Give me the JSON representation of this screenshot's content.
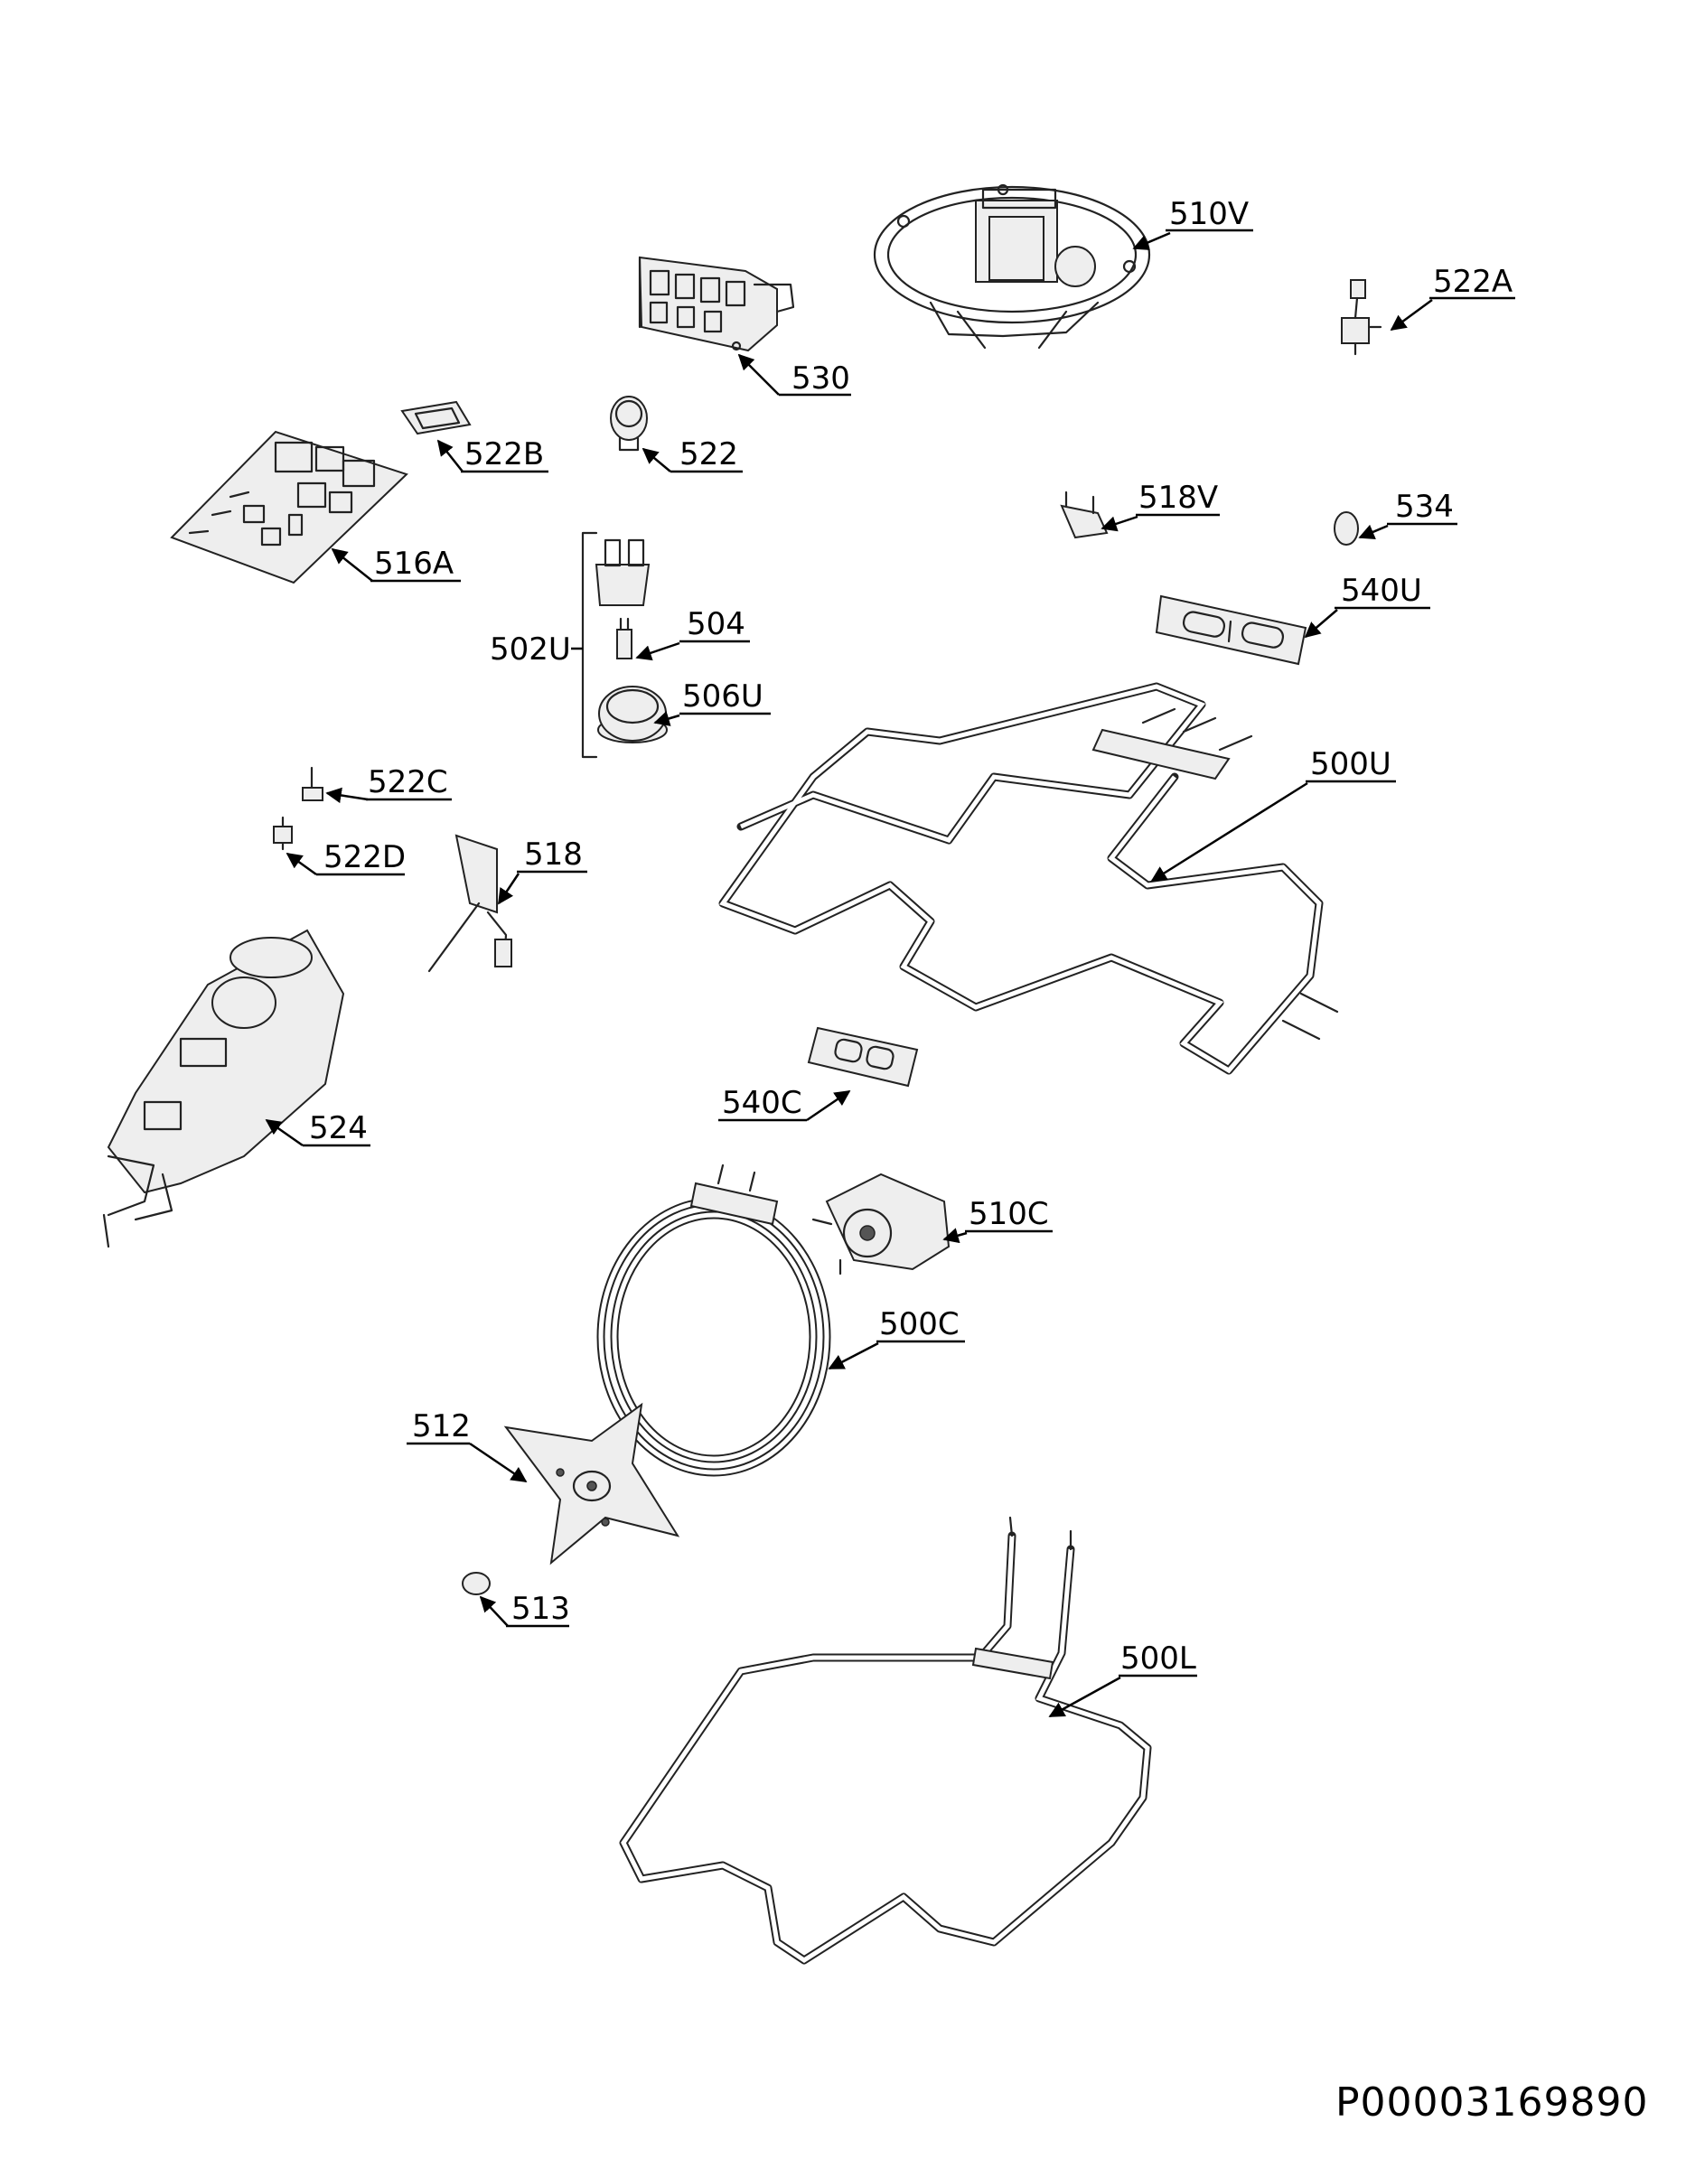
{
  "document_id": "P00003169890",
  "callouts": [
    {
      "id": "510V",
      "label": "510V"
    },
    {
      "id": "522A",
      "label": "522A"
    },
    {
      "id": "530",
      "label": "530"
    },
    {
      "id": "522B",
      "label": "522B"
    },
    {
      "id": "522",
      "label": "522"
    },
    {
      "id": "516A",
      "label": "516A"
    },
    {
      "id": "518V",
      "label": "518V"
    },
    {
      "id": "534",
      "label": "534"
    },
    {
      "id": "502U",
      "label": "502U"
    },
    {
      "id": "504",
      "label": "504"
    },
    {
      "id": "540U",
      "label": "540U"
    },
    {
      "id": "506U",
      "label": "506U"
    },
    {
      "id": "500U",
      "label": "500U"
    },
    {
      "id": "522C",
      "label": "522C"
    },
    {
      "id": "522D",
      "label": "522D"
    },
    {
      "id": "518",
      "label": "518"
    },
    {
      "id": "524",
      "label": "524"
    },
    {
      "id": "540C",
      "label": "540C"
    },
    {
      "id": "510C",
      "label": "510C"
    },
    {
      "id": "500C",
      "label": "500C"
    },
    {
      "id": "512",
      "label": "512"
    },
    {
      "id": "513",
      "label": "513"
    },
    {
      "id": "500L",
      "label": "500L"
    }
  ]
}
